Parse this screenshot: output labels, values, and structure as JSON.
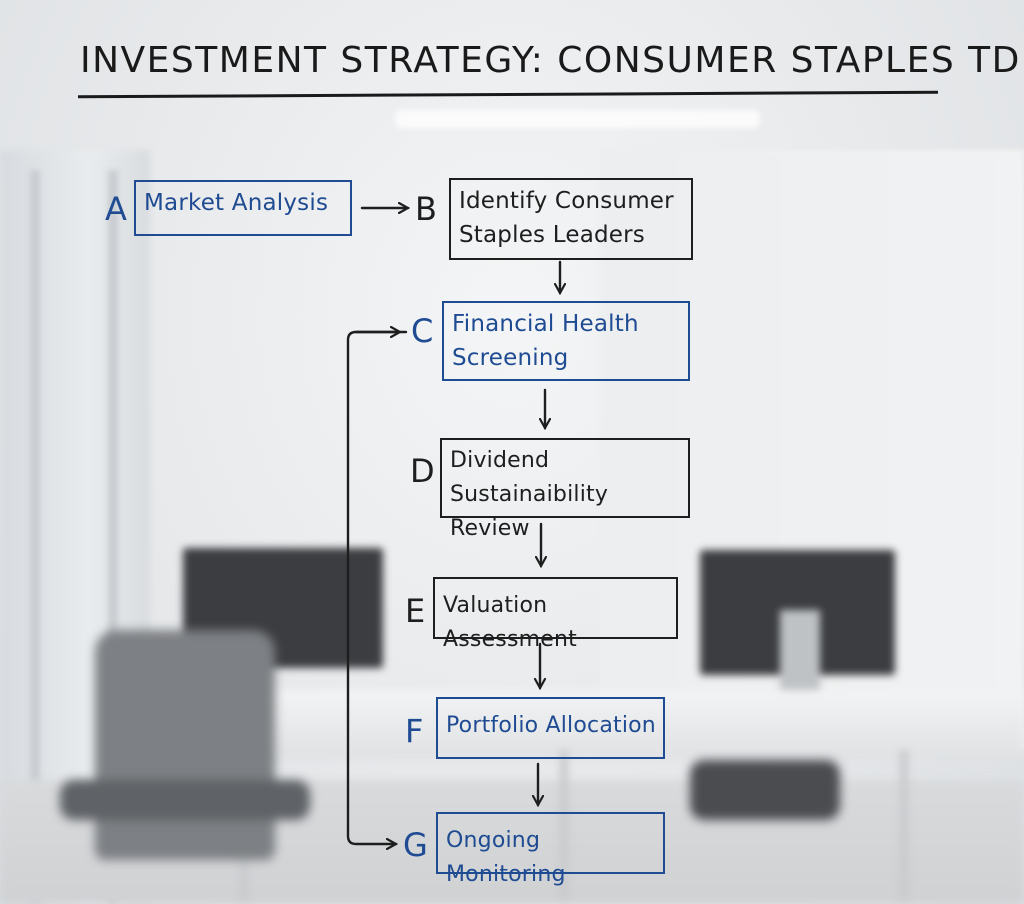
{
  "title": "INVESTMENT STRATEGY: CONSUMER STAPLES TD",
  "colors": {
    "ink": "#1e1e1e",
    "blue_ink": "#1f4b93"
  },
  "steps": [
    {
      "letter": "A",
      "label": "Market Analysis",
      "ink": "blue"
    },
    {
      "letter": "B",
      "label": "Identify Consumer Staples Leaders",
      "ink": "black"
    },
    {
      "letter": "C",
      "label": "Financial Health Screening",
      "ink": "blue"
    },
    {
      "letter": "D",
      "label": "Dividend Sustainaibility Review",
      "ink": "black"
    },
    {
      "letter": "E",
      "label": "Valuation Assessment",
      "ink": "black"
    },
    {
      "letter": "F",
      "label": "Portfolio Allocation",
      "ink": "blue"
    },
    {
      "letter": "G",
      "label": "Ongoing Monitoring",
      "ink": "blue"
    }
  ],
  "edges": [
    {
      "from": "A",
      "to": "B"
    },
    {
      "from": "B",
      "to": "C"
    },
    {
      "from": "C",
      "to": "D"
    },
    {
      "from": "D",
      "to": "E"
    },
    {
      "from": "E",
      "to": "F"
    },
    {
      "from": "F",
      "to": "G"
    },
    {
      "from": "G",
      "to": "C",
      "type": "feedback-loop"
    }
  ]
}
